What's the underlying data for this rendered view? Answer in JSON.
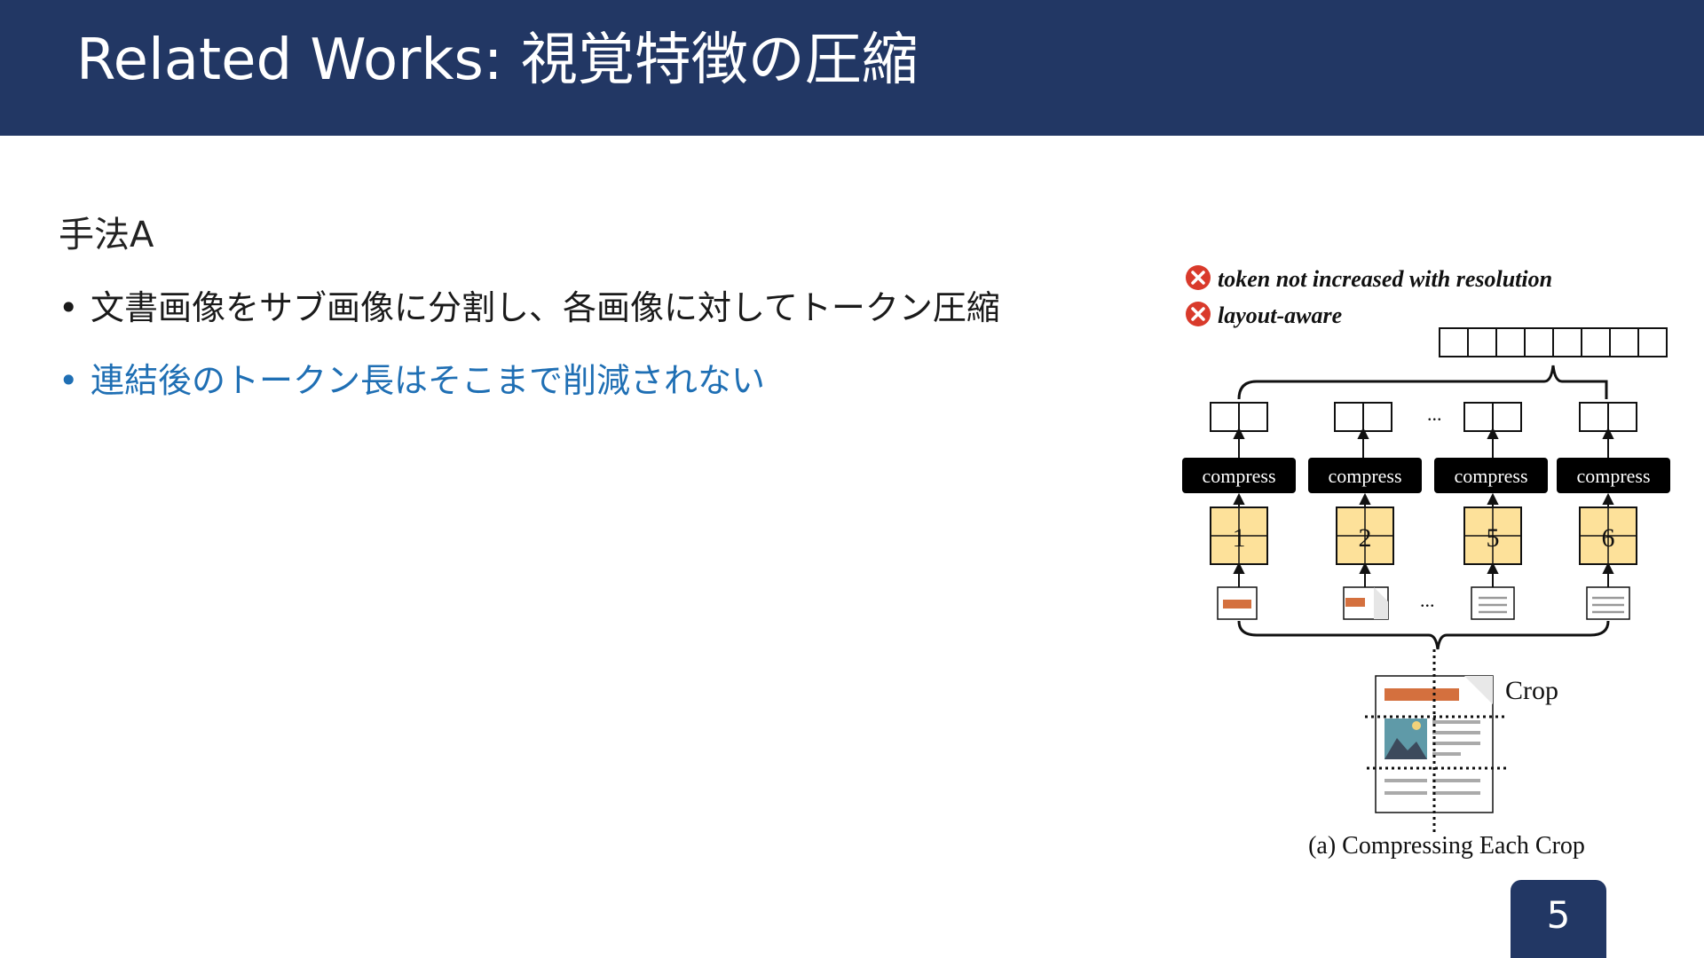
{
  "slide": {
    "title": "Related Works: 視覚特徴の圧縮",
    "method_label": "手法A",
    "bullets": [
      "文書画像をサブ画像に分割し、各画像に対してトークン圧縮",
      "連結後のトークン長はそこまで削減されない"
    ],
    "page_number": "5"
  },
  "figure": {
    "badge_1": "token not increased with resolution",
    "badge_2": "layout-aware",
    "compress_label": "compress",
    "crop_numbers": [
      "1",
      "2",
      "5",
      "6"
    ],
    "ellipsis": "...",
    "crop_label": "Crop",
    "caption": "(a) Compressing Each Crop"
  },
  "colors": {
    "header": "#223764",
    "highlight_bullet": "#1f6fb4",
    "error_badge": "#d93a2b",
    "crop_fill": "#fde19a",
    "doc_accent": "#d4703e"
  }
}
